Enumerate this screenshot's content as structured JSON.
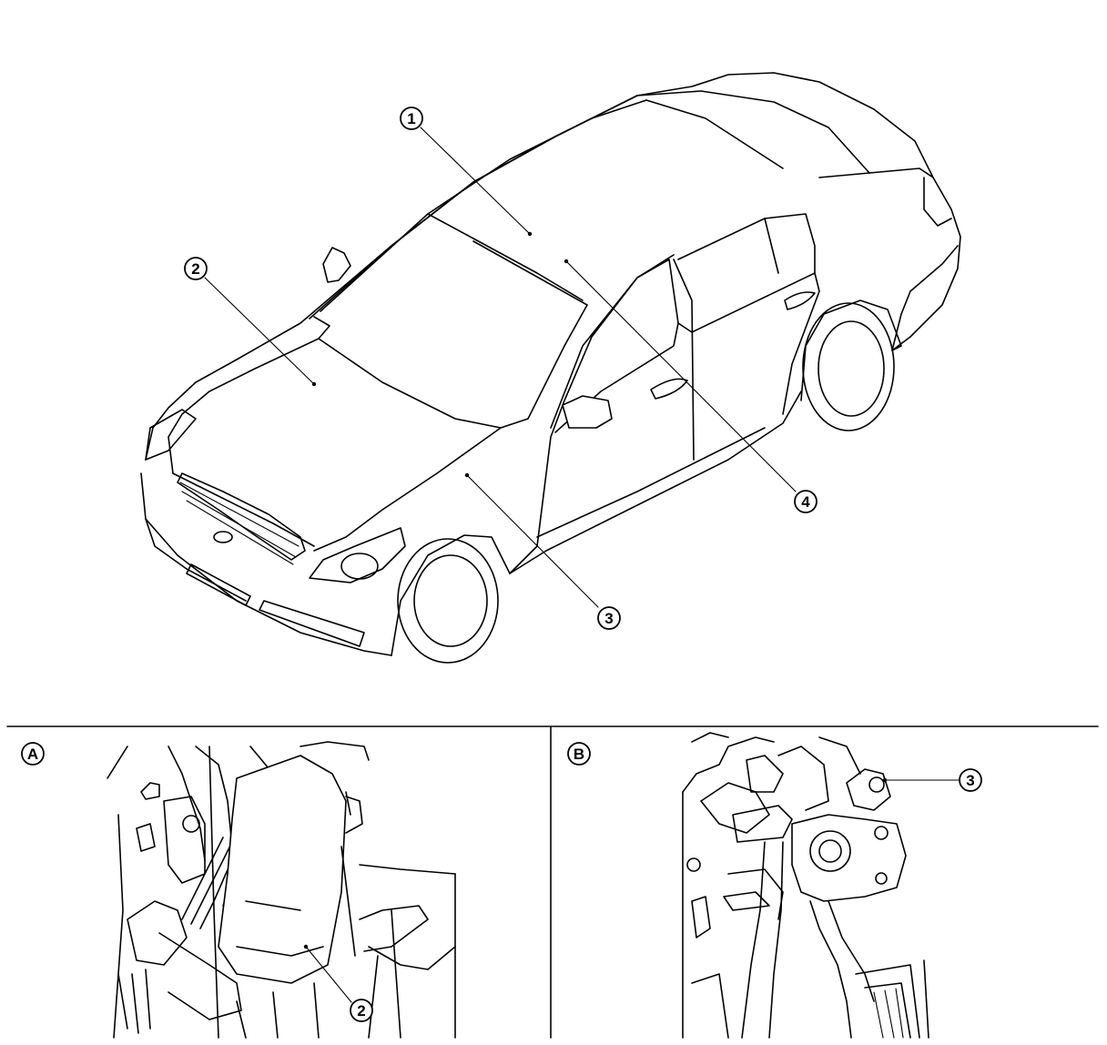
{
  "callouts": {
    "c1": "1",
    "c2": "2",
    "c3": "3",
    "c4": "4",
    "a2": "2",
    "b3": "3"
  },
  "views": {
    "a_label": "A",
    "b_label": "B"
  }
}
